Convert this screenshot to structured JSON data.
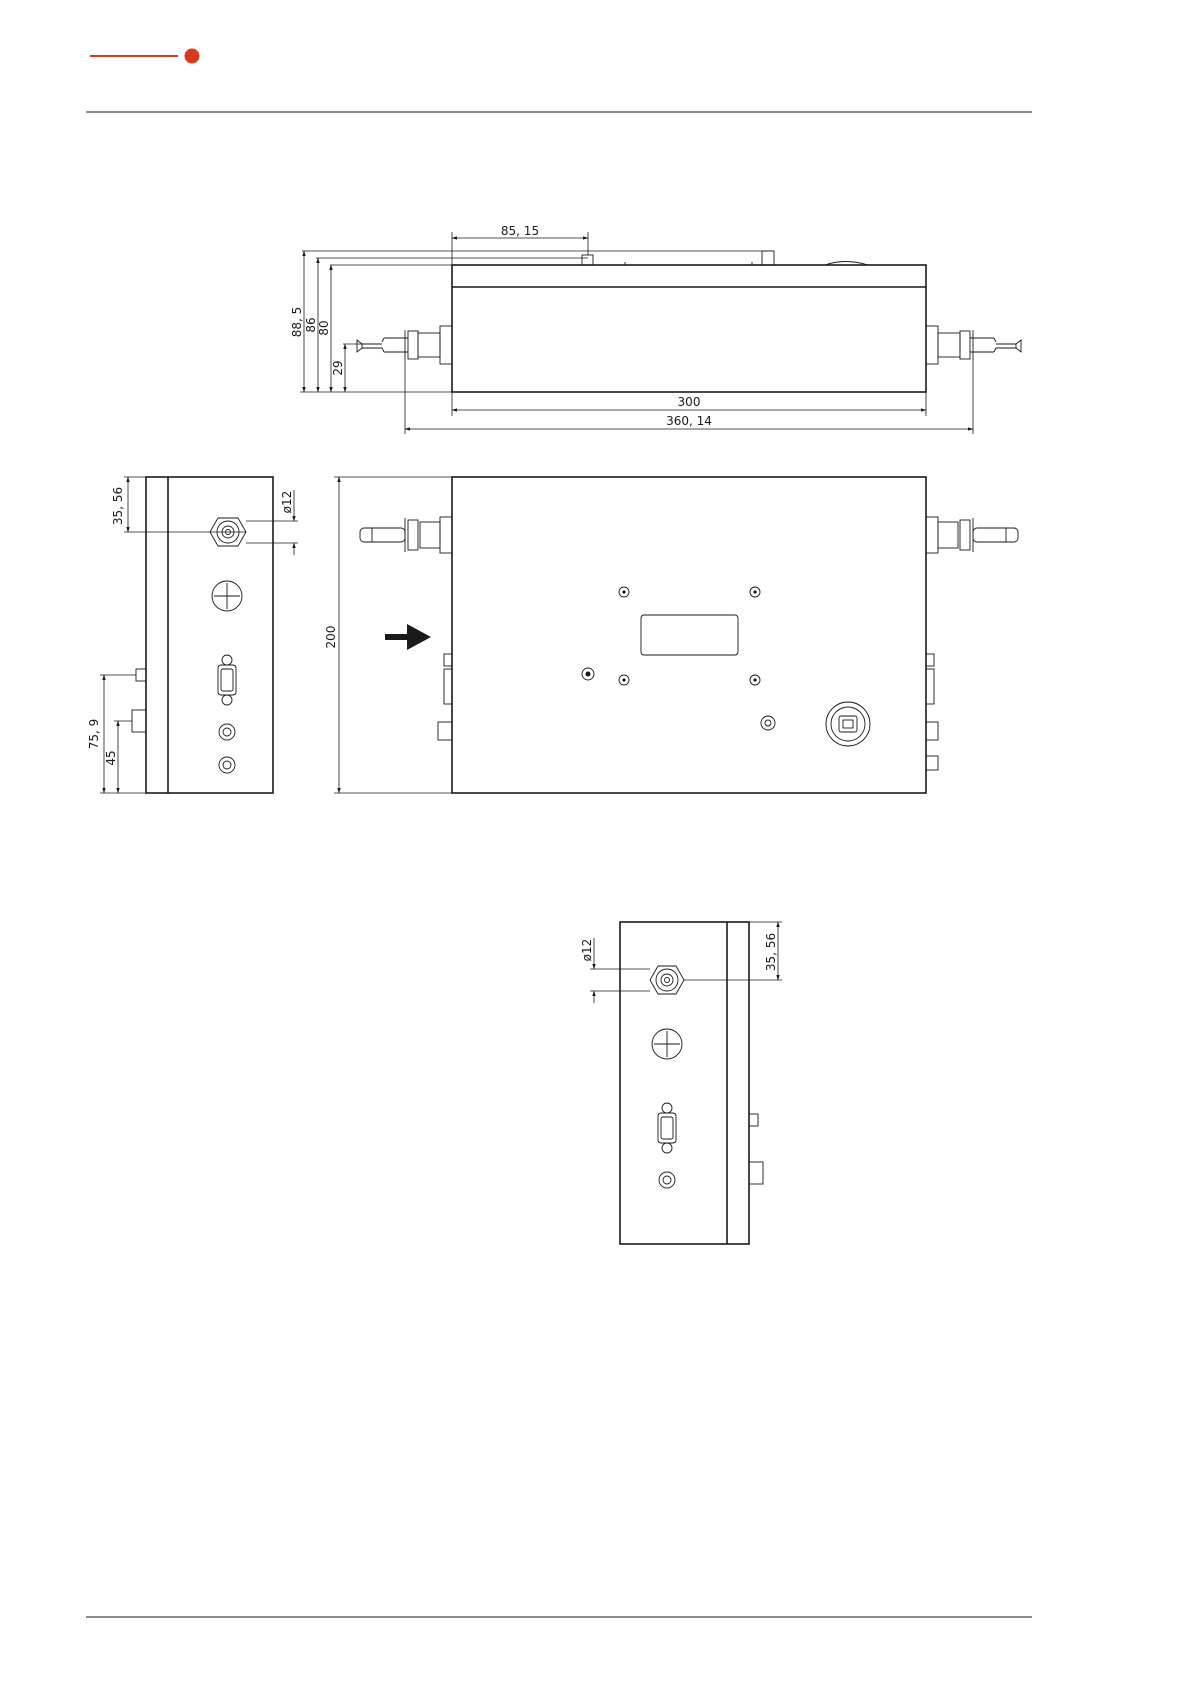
{
  "brand": {
    "accent_color": "#d9391c"
  },
  "figure": {
    "top_view": {
      "dim_85_15": "85, 15",
      "dim_88_5": "88, 5",
      "dim_86": "86",
      "dim_80": "80",
      "dim_29": "29",
      "dim_300": "300",
      "dim_360_14": "360, 14"
    },
    "side_view_left": {
      "dim_35_56": "35, 56",
      "dim_d12": "ø12",
      "dim_75_9": "75, 9",
      "dim_45": "45"
    },
    "front_view": {
      "dim_200": "200"
    },
    "side_view_right": {
      "dim_d12": "ø12",
      "dim_35_56": "35, 56"
    }
  }
}
